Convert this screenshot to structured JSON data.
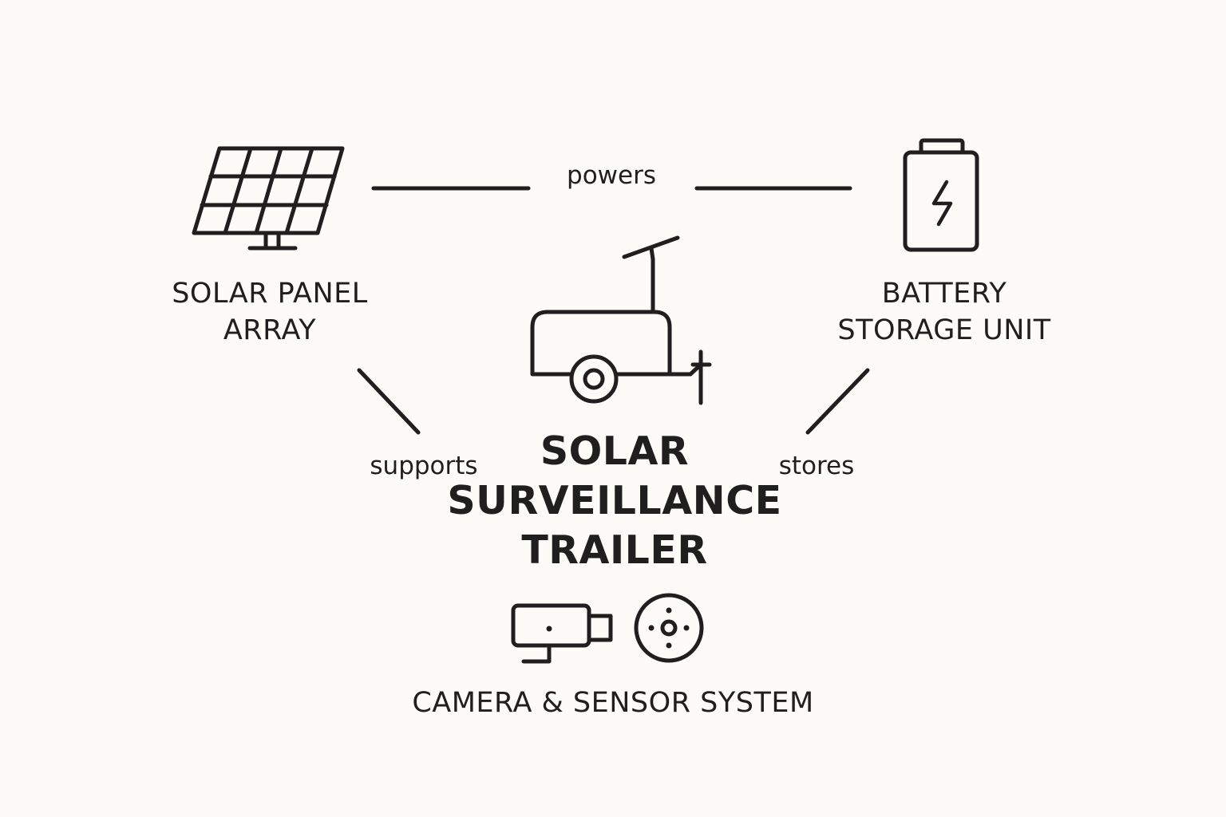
{
  "nodes": {
    "solar_panel": {
      "label_lines": [
        "SOLAR PANEL",
        "ARRAY"
      ],
      "icon": "solar-panel-icon"
    },
    "battery": {
      "label_lines": [
        "BATTERY",
        "STORAGE UNIT"
      ],
      "icon": "battery-icon"
    },
    "trailer": {
      "label_lines": [
        "SOLAR",
        "SURVEILLANCE",
        "TRAILER"
      ],
      "icon": "trailer-icon"
    },
    "camera_sensor": {
      "label": "CAMERA & SENSOR SYSTEM",
      "icons": [
        "camera-icon",
        "sensor-icon"
      ]
    }
  },
  "edges": {
    "powers": "powers",
    "supports": "supports",
    "stores": "stores"
  },
  "colors": {
    "background": "#fcfbf7",
    "stroke": "#1f1f1f"
  }
}
